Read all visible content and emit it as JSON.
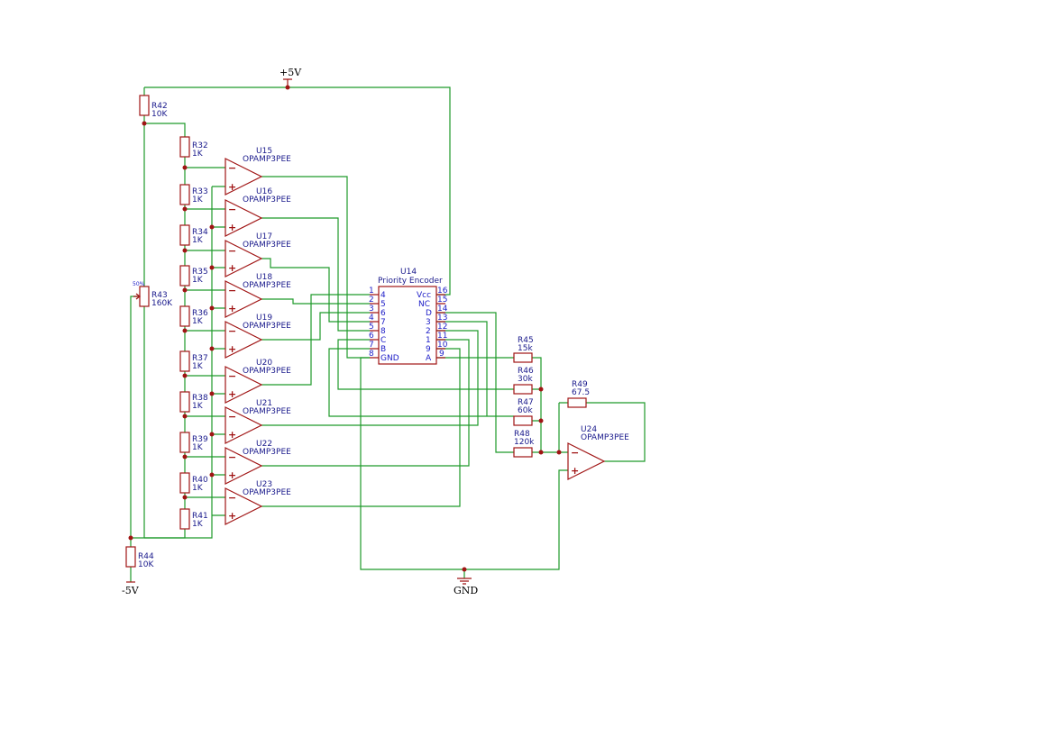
{
  "power": {
    "vcc": "+5V",
    "vee": "-5V",
    "gnd": "GND"
  },
  "resistors": [
    {
      "ref": "R42",
      "value": "10K"
    },
    {
      "ref": "R32",
      "value": "1K"
    },
    {
      "ref": "R33",
      "value": "1K"
    },
    {
      "ref": "R34",
      "value": "1K"
    },
    {
      "ref": "R35",
      "value": "1K"
    },
    {
      "ref": "R36",
      "value": "1K"
    },
    {
      "ref": "R37",
      "value": "1K"
    },
    {
      "ref": "R38",
      "value": "1K"
    },
    {
      "ref": "R39",
      "value": "1K"
    },
    {
      "ref": "R40",
      "value": "1K"
    },
    {
      "ref": "R41",
      "value": "1K"
    },
    {
      "ref": "R44",
      "value": "10K"
    },
    {
      "ref": "R45",
      "value": "15k"
    },
    {
      "ref": "R46",
      "value": "30k"
    },
    {
      "ref": "R47",
      "value": "60k"
    },
    {
      "ref": "R48",
      "value": "120k"
    },
    {
      "ref": "R49",
      "value": "67.5"
    }
  ],
  "pot": {
    "ref": "R43",
    "value": "160K",
    "wiper": "50%"
  },
  "opamps": [
    {
      "ref": "U15",
      "value": "OPAMP3PEE"
    },
    {
      "ref": "U16",
      "value": "OPAMP3PEE"
    },
    {
      "ref": "U17",
      "value": "OPAMP3PEE"
    },
    {
      "ref": "U18",
      "value": "OPAMP3PEE"
    },
    {
      "ref": "U19",
      "value": "OPAMP3PEE"
    },
    {
      "ref": "U20",
      "value": "OPAMP3PEE"
    },
    {
      "ref": "U21",
      "value": "OPAMP3PEE"
    },
    {
      "ref": "U22",
      "value": "OPAMP3PEE"
    },
    {
      "ref": "U23",
      "value": "OPAMP3PEE"
    },
    {
      "ref": "U24",
      "value": "OPAMP3PEE"
    }
  ],
  "encoder": {
    "ref": "U14",
    "value": "Priority Encoder",
    "left_pins": [
      {
        "num": "1",
        "name": "4"
      },
      {
        "num": "2",
        "name": "5"
      },
      {
        "num": "3",
        "name": "6"
      },
      {
        "num": "4",
        "name": "7"
      },
      {
        "num": "5",
        "name": "8"
      },
      {
        "num": "6",
        "name": "C"
      },
      {
        "num": "7",
        "name": "B"
      },
      {
        "num": "8",
        "name": "GND"
      }
    ],
    "right_pins": [
      {
        "num": "16",
        "name": "Vcc"
      },
      {
        "num": "15",
        "name": "NC"
      },
      {
        "num": "14",
        "name": "D"
      },
      {
        "num": "13",
        "name": "3"
      },
      {
        "num": "12",
        "name": "2"
      },
      {
        "num": "11",
        "name": "1"
      },
      {
        "num": "10",
        "name": "9"
      },
      {
        "num": "9",
        "name": "A"
      }
    ]
  },
  "colors": {
    "wire": "#1e9a2a",
    "component": "#a01414",
    "label": "#1a1a8c",
    "pin_text": "#2020c8"
  }
}
